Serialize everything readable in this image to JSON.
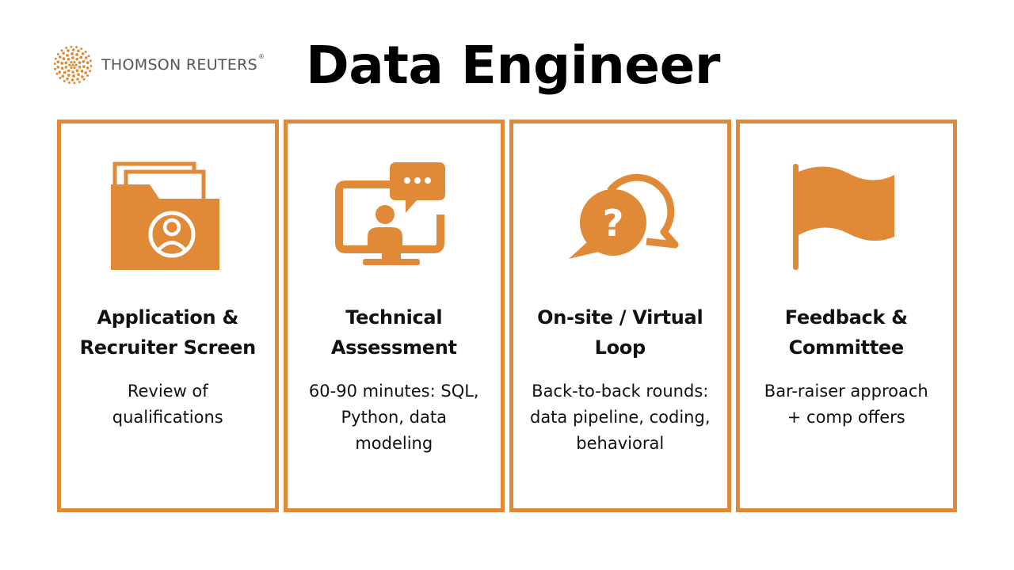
{
  "brand": {
    "name": "THOMSON REUTERS",
    "registered_mark": "®",
    "logo_icon": "dotted-sphere-icon",
    "color": "#e08a38"
  },
  "title": "Data Engineer",
  "accent_color": "#e08a38",
  "stages": [
    {
      "icon": "folder-user-icon",
      "title": "Application & Recruiter Screen",
      "description": "Review of qualifications"
    },
    {
      "icon": "monitor-chat-icon",
      "title": "Technical Assessment",
      "description": "60-90 minutes: SQL, Python, data modeling"
    },
    {
      "icon": "question-speech-bubbles-icon",
      "title": "On-site / Virtual Loop",
      "description": "Back-to-back rounds: data pipeline, coding, behavioral"
    },
    {
      "icon": "flag-icon",
      "title": "Feedback & Committee",
      "description": "Bar-raiser approach + comp offers"
    }
  ]
}
